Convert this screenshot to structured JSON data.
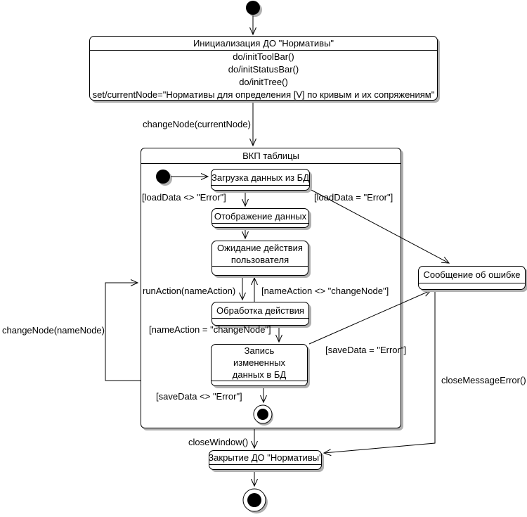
{
  "diagram_type": "uml-state-diagram",
  "colors": {
    "line": "#000000",
    "fill": "#ffffff",
    "shadow": "#b0b0b0",
    "text": "#000000"
  },
  "states": {
    "initialization": {
      "title": "Инициализация ДО \"Нормативы\"",
      "actions": [
        "do/initToolBar()",
        "do/initStatusBar()",
        "do/initTree()",
        "set/currentNode=\"Нормативы для определения [V] по кривым и их сопряжениям\""
      ]
    },
    "vkp_table": {
      "title": "ВКП таблицы"
    },
    "load_data": {
      "title": "Загрузка данных из БД"
    },
    "display_data": {
      "title": "Отображение данных"
    },
    "wait_user": {
      "title": "Ожидание действия пользователя"
    },
    "process_action": {
      "title": "Обработка действия"
    },
    "save_data": {
      "title": "Запись измененных данных в БД"
    },
    "error_message": {
      "title": "Сообщение об ошибке"
    },
    "closing": {
      "title": "Закрытие ДО \"Нормативы\""
    }
  },
  "transitions": {
    "change_node_current": "changeNode(currentNode)",
    "load_ok": "[loadData <> \"Error\"]",
    "load_error": "[loadData = \"Error\"]",
    "run_action": "runAction(nameAction)",
    "action_not_change_node": "[nameAction <> \"changeNode\"]",
    "action_change_node": "[nameAction = \"changeNode\"]",
    "save_error": "[saveData = \"Error\"]",
    "save_ok": "[saveData <> \"Error\"]",
    "change_node_name": "changeNode(nameNode)",
    "close_window": "closeWindow()",
    "close_message_error": "closeMessageError()"
  }
}
